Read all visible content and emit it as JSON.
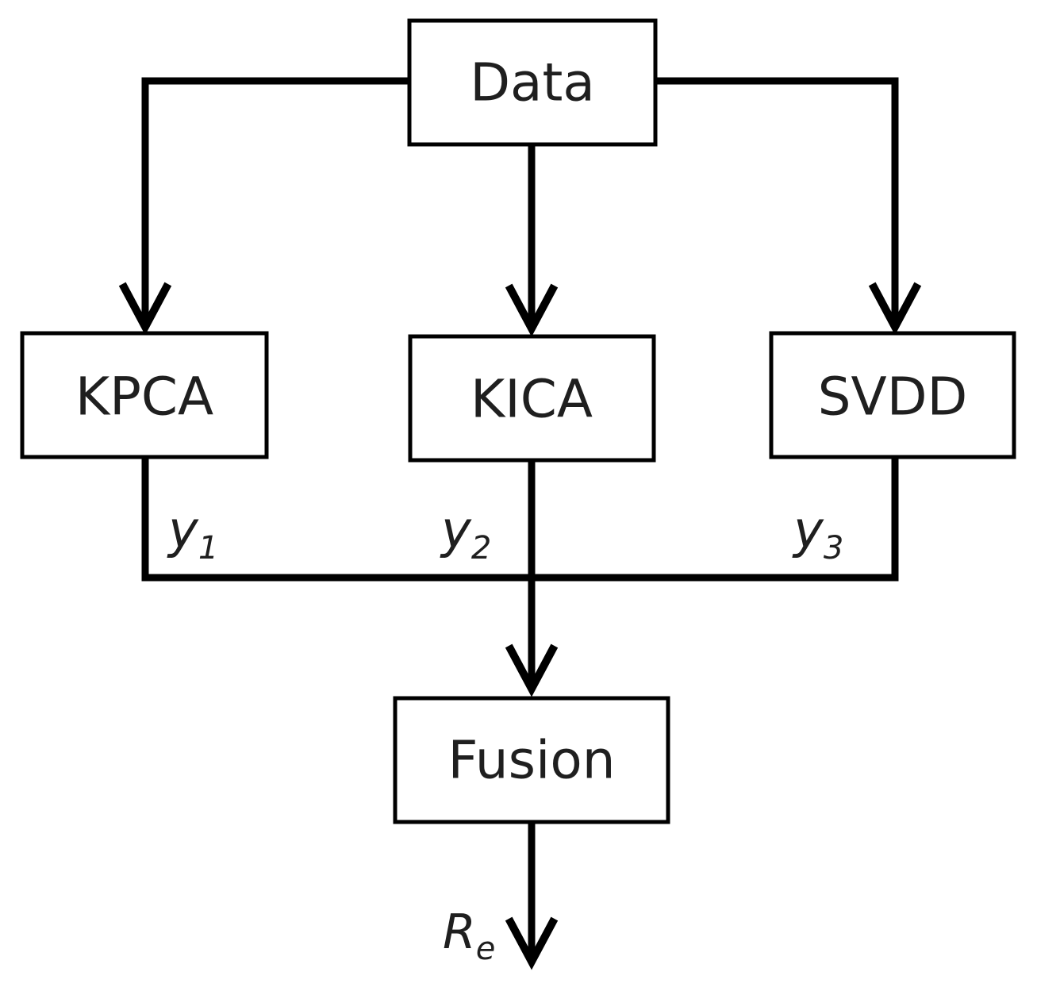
{
  "diagram": {
    "nodes": {
      "data": "Data",
      "kpca": "KPCA",
      "kica": "KICA",
      "svdd": "SVDD",
      "fusion": "Fusion"
    },
    "edge_labels": {
      "y1": {
        "base": "y",
        "sub": "1"
      },
      "y2": {
        "base": "y",
        "sub": "2"
      },
      "y3": {
        "base": "y",
        "sub": "3"
      },
      "re": {
        "base": "R",
        "sub": "e"
      }
    },
    "colors": {
      "stroke": "#000000",
      "text": "#1f1f1f",
      "background": "#ffffff"
    }
  }
}
